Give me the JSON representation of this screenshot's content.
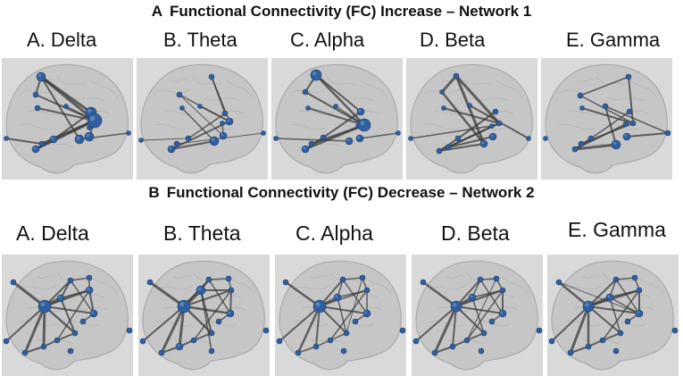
{
  "sectionA": {
    "letter": "A",
    "title": "Functional Connectivity (FC) Increase – Network 1",
    "bands": [
      "A. Delta",
      "B. Theta",
      "C. Alpha",
      "D. Beta",
      "E. Gamma"
    ]
  },
  "sectionB": {
    "letter": "B",
    "title": "Functional Connectivity (FC) Decrease – Network 2",
    "bands": [
      "A. Delta",
      "B. Theta",
      "C. Alpha",
      "D. Beta",
      "E. Gamma"
    ]
  },
  "colors": {
    "panel_bg": "#d9d9d9",
    "brain_fill": "#c4c4c4",
    "brain_stroke": "#a6a6a6",
    "node": "#2f5f9e",
    "node_highlight": "#6c93c9",
    "edge": "#3a3a3a"
  }
}
